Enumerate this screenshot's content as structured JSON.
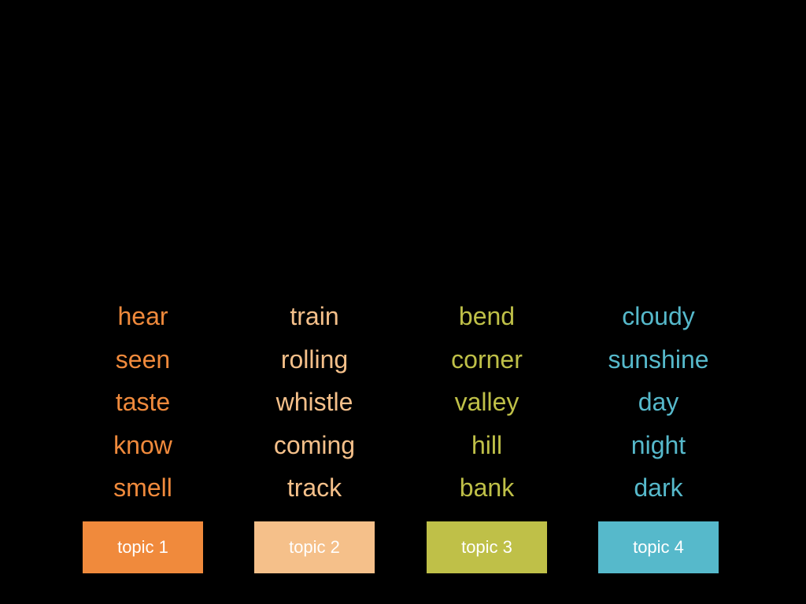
{
  "topics": [
    {
      "label": "topic 1",
      "color": "#f08a3c",
      "words": [
        "hear",
        "seen",
        "taste",
        "know",
        "smell"
      ]
    },
    {
      "label": "topic 2",
      "color": "#f5c08a",
      "words": [
        "train",
        "rolling",
        "whistle",
        "coming",
        "track"
      ]
    },
    {
      "label": "topic 3",
      "color": "#bfc048",
      "words": [
        "bend",
        "corner",
        "valley",
        "hill",
        "bank"
      ]
    },
    {
      "label": "topic 4",
      "color": "#56b9cb",
      "words": [
        "cloudy",
        "sunshine",
        "day",
        "night",
        "dark"
      ]
    }
  ]
}
